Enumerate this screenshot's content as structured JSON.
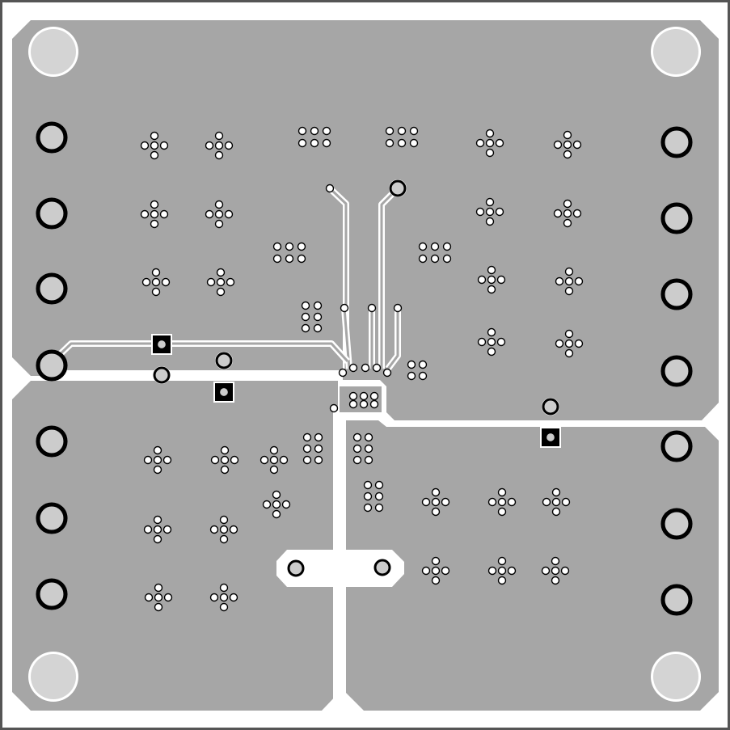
{
  "colors": {
    "board_outline": "#555555",
    "board_background": "#ffffff",
    "copper_pour": "#a6a6a6",
    "pad_ring": "#000000",
    "pad_fill": "#cccccc",
    "mounting_hole": "#d4d4d4"
  },
  "layer": {
    "name": "",
    "elements": [
      "copper-pour",
      "via",
      "through-hole-pad",
      "mounting-hole",
      "trace"
    ]
  }
}
